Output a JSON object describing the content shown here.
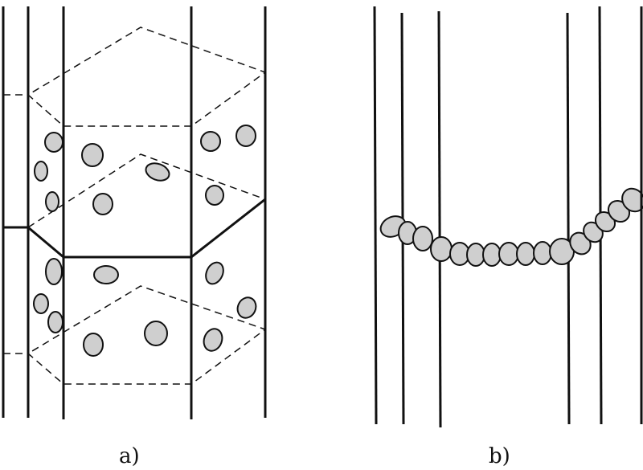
{
  "panels": [
    {
      "id": "a",
      "caption": "a)"
    },
    {
      "id": "b",
      "caption": "b)"
    }
  ],
  "colors": {
    "line": "#111111",
    "particle_fill": "#cfcfcf",
    "background": "#ffffff"
  }
}
